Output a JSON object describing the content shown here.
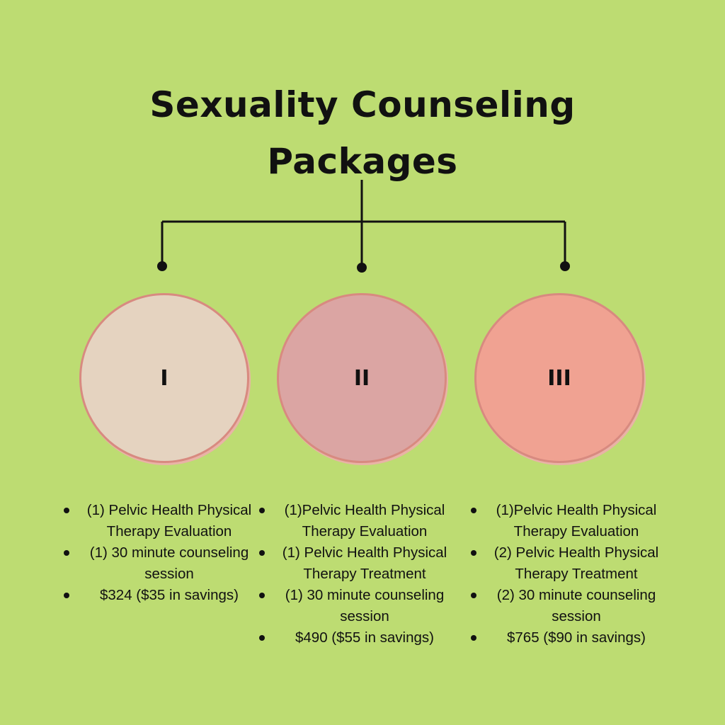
{
  "title": {
    "line1": "Sexuality Counseling",
    "line2": "Packages"
  },
  "colors": {
    "background": "#bddc72",
    "package_1": "#e5d3c0",
    "package_2": "#dba5a3",
    "package_3": "#f0a292",
    "circle_border": "#d88a80"
  },
  "packages": [
    {
      "numeral": "I",
      "items": [
        "(1) Pelvic Health Physical Therapy Evaluation",
        "(1) 30 minute counseling session",
        "$324 ($35 in savings)"
      ]
    },
    {
      "numeral": "II",
      "items": [
        "(1)Pelvic Health Physical Therapy Evaluation",
        "(1) Pelvic Health Physical Therapy Treatment",
        "(1) 30 minute counseling session",
        "$490 ($55 in savings)"
      ]
    },
    {
      "numeral": "III",
      "items": [
        "(1)Pelvic Health Physical Therapy Evaluation",
        "(2) Pelvic Health Physical Therapy Treatment",
        "(2) 30 minute counseling session",
        "$765 ($90 in savings)"
      ]
    }
  ]
}
